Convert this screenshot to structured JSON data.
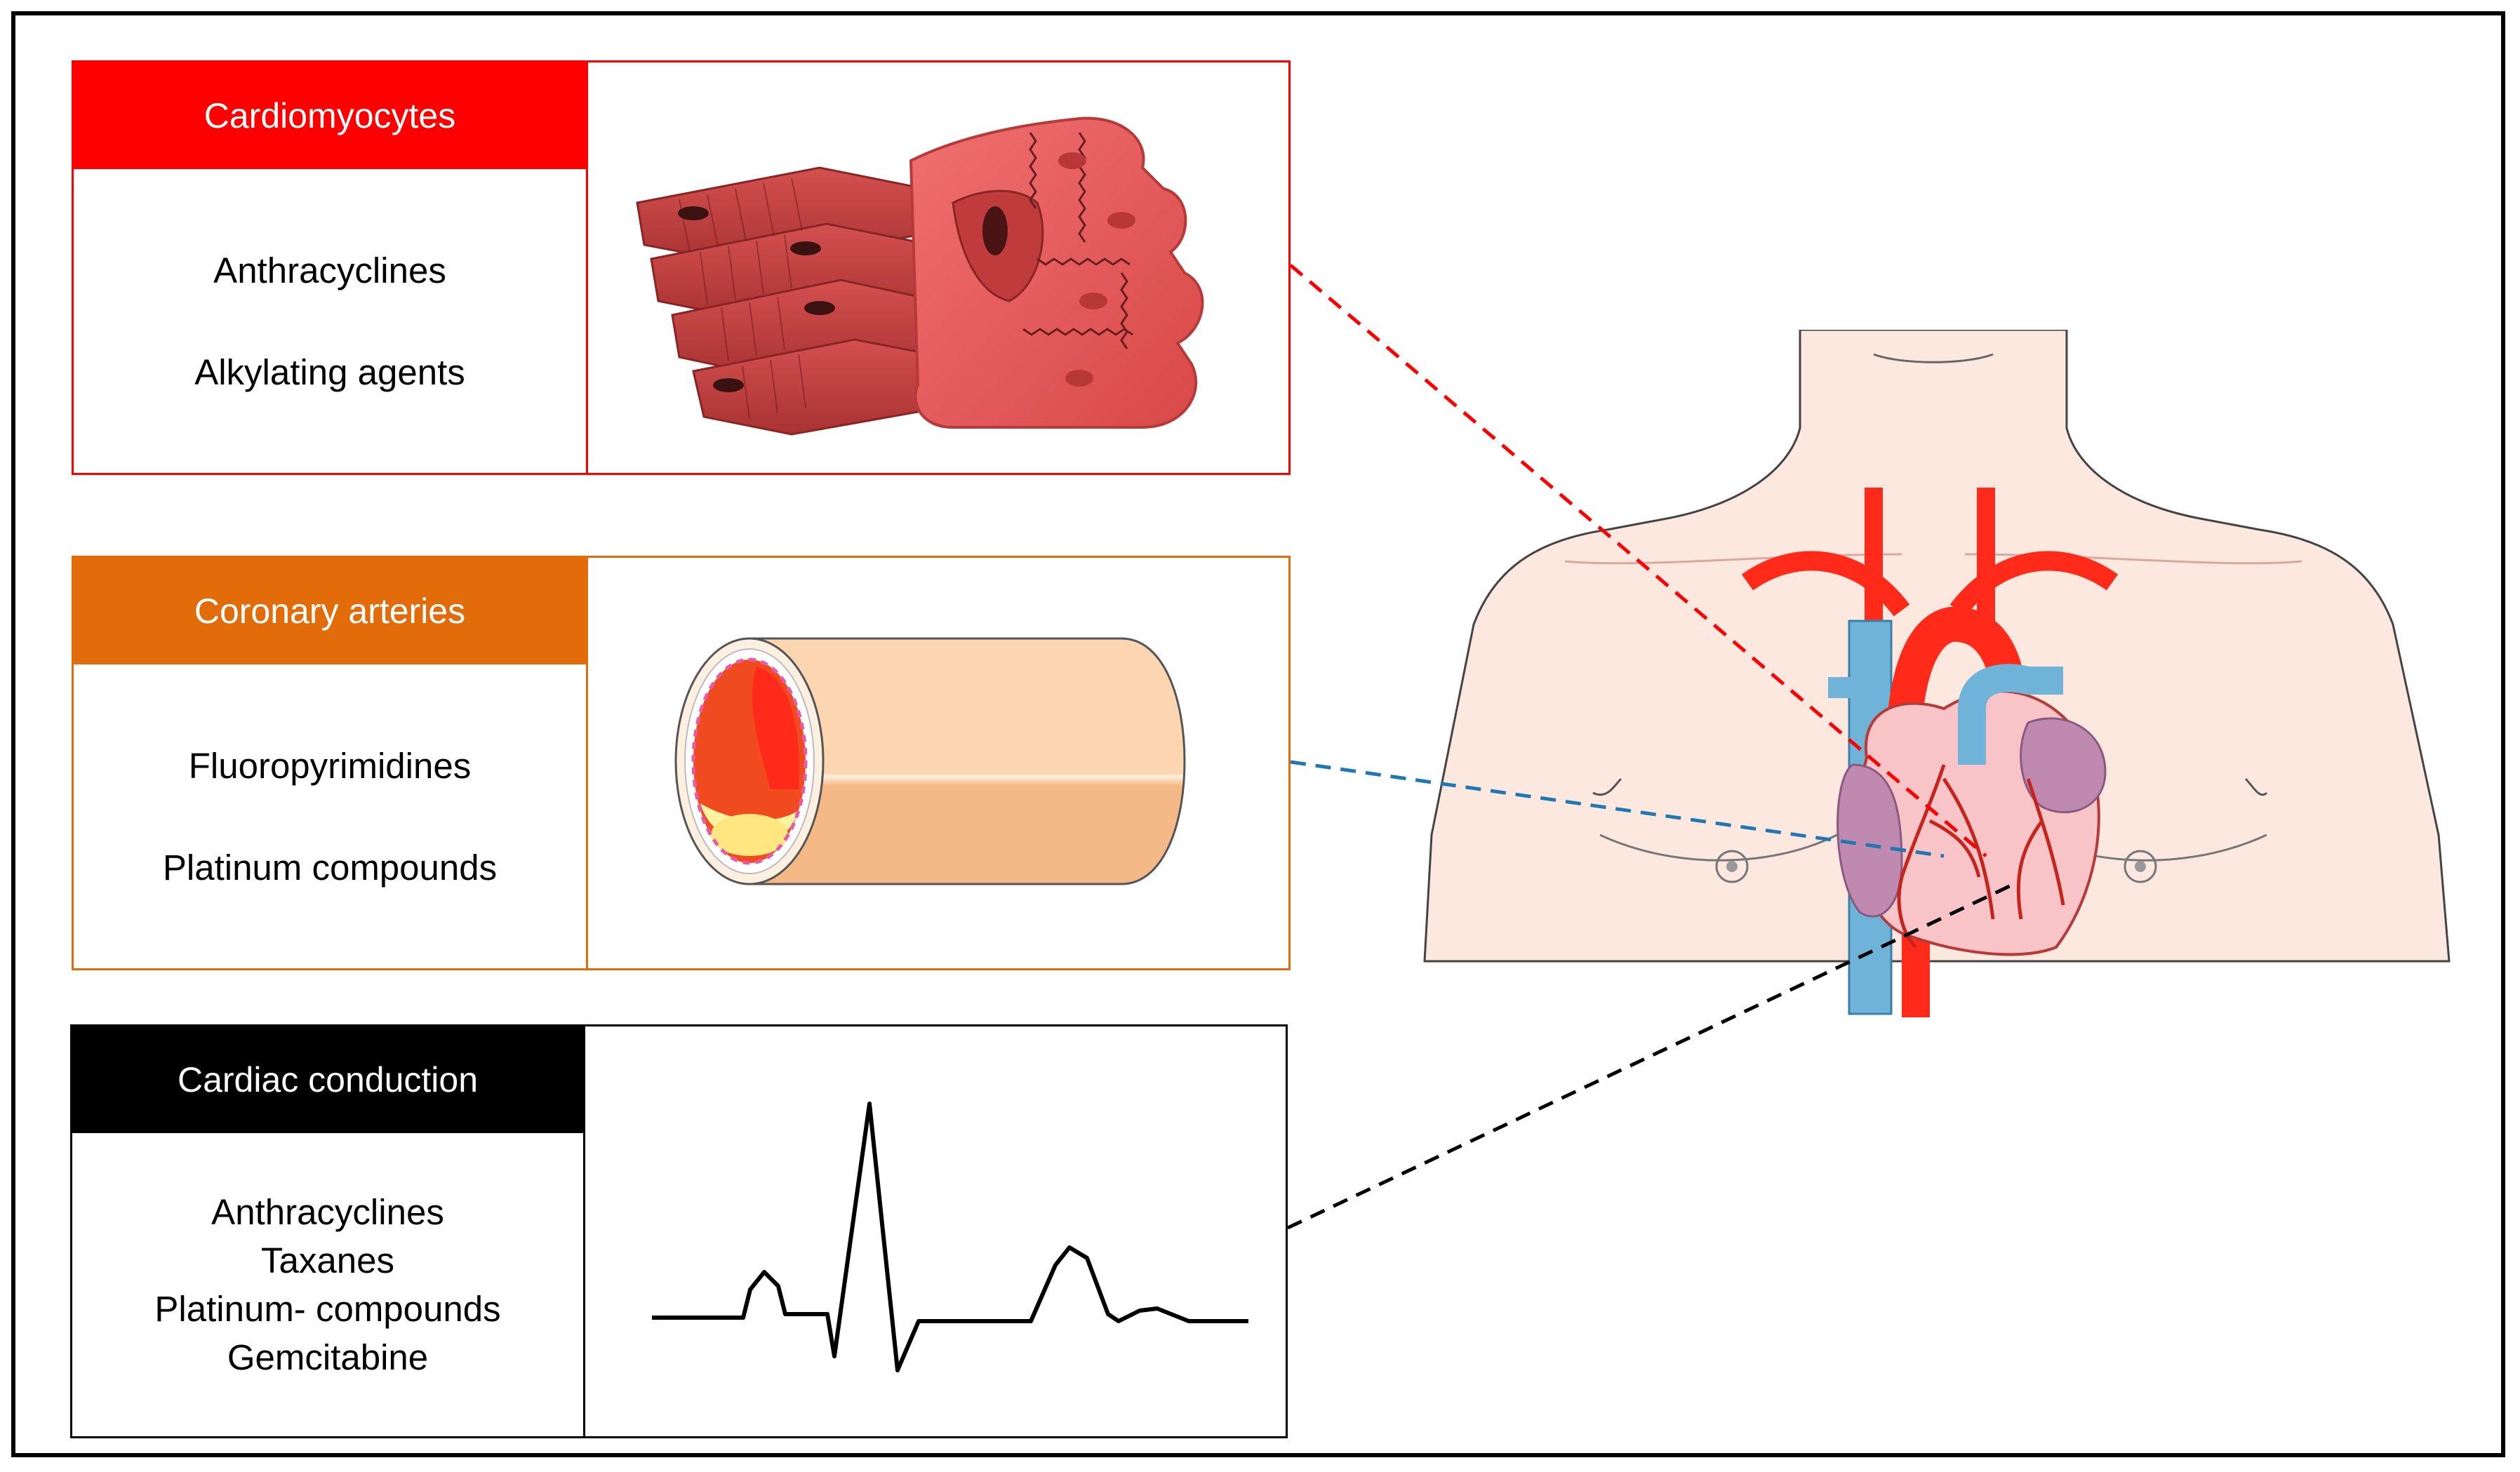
{
  "panels": [
    {
      "title": "Cardiomyocytes",
      "drugs": [
        "Anthracyclines",
        "Alkylating agents"
      ],
      "accent_color": "#ff0000",
      "illustration": "cardiomyocyte-fibers"
    },
    {
      "title": "Coronary arteries",
      "drugs": [
        "Fluoropyrimidines",
        "Platinum compounds"
      ],
      "accent_color": "#e36c0a",
      "illustration": "artery-cross-section"
    },
    {
      "title": "Cardiac conduction",
      "drugs": [
        "Anthracyclines",
        "Taxanes",
        "Platinum- compounds",
        "Gemcitabine"
      ],
      "accent_color": "#000000",
      "illustration": "ecg-trace"
    }
  ],
  "figure": {
    "illustration": "human-torso-with-heart",
    "connector_colors": [
      "#ff0000",
      "#1f77b4",
      "#000000"
    ],
    "connector_style": "dashed"
  }
}
